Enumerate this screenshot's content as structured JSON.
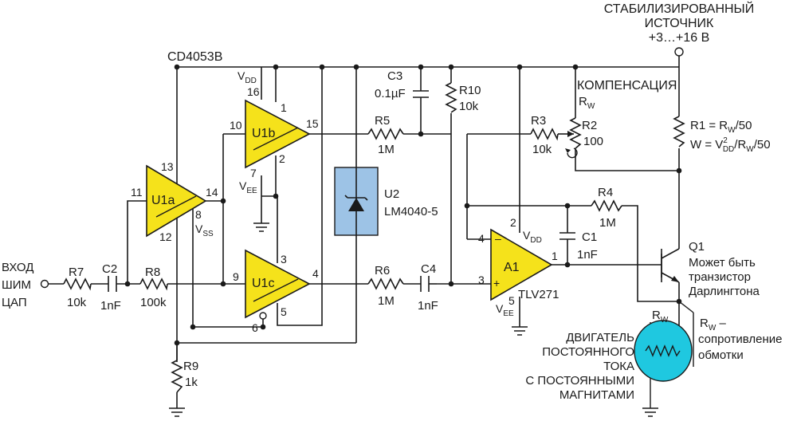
{
  "source": {
    "title_line1": "СТАБИЛИЗИРОВАННЫЙ",
    "title_line2": "ИСТОЧНИК",
    "voltage": "+3…+16 В"
  },
  "chip": "CD4053B",
  "input": {
    "line1": "ВХОД",
    "line2": "ШИМ",
    "line3": "ЦАП"
  },
  "components": {
    "R7": {
      "name": "R7",
      "value": "10k"
    },
    "C2": {
      "name": "C2",
      "value": "1nF"
    },
    "R8": {
      "name": "R8",
      "value": "100k"
    },
    "R9": {
      "name": "R9",
      "value": "1k"
    },
    "R5": {
      "name": "R5",
      "value": "1M"
    },
    "R6": {
      "name": "R6",
      "value": "1M"
    },
    "C3": {
      "name": "C3",
      "value": "0.1µF"
    },
    "R10": {
      "name": "R10",
      "value": "10k"
    },
    "C4": {
      "name": "C4",
      "value": "1nF"
    },
    "R3": {
      "name": "R3",
      "value": "10k"
    },
    "R2": {
      "name": "R2",
      "value": "100"
    },
    "R4": {
      "name": "R4",
      "value": "1M"
    },
    "C1": {
      "name": "C1",
      "value": "1nF"
    },
    "U2": {
      "name": "U2",
      "value": "LM4040-5"
    },
    "A1": {
      "name": "A1",
      "value": "TLV271"
    }
  },
  "gates": {
    "u1a": "U1a",
    "u1b": "U1b",
    "u1c": "U1c"
  },
  "pins": {
    "p13": "13",
    "p11": "11",
    "p14": "14",
    "p8": "8",
    "p12": "12",
    "p16": "16",
    "p1": "1",
    "p10": "10",
    "p15": "15",
    "p7": "7",
    "p2": "2",
    "p3": "3",
    "p9": "9",
    "p4": "4",
    "p5": "5",
    "p6": "6",
    "a4": "4",
    "a2": "2",
    "a1": "1",
    "a3": "3",
    "a5": "5"
  },
  "supply_labels": {
    "vdd": "V",
    "vdd_sub": "DD",
    "vee": "V",
    "vee_sub": "EE",
    "vss": "V",
    "vss_sub": "SS"
  },
  "compensation": {
    "title": "КОМПЕНСАЦИЯ",
    "rw": "R",
    "rw_sub": "W"
  },
  "formulas": {
    "r1_prefix": "R1 = R",
    "r1_sub": "W",
    "r1_suffix": "/50",
    "w_prefix": "W = V",
    "w_sup": "2",
    "w_sub": "DD",
    "w_mid": "/R",
    "w_sub2": "W",
    "w_suffix": "/50"
  },
  "q1": {
    "name": "Q1",
    "line1": "Может быть",
    "line2": "транзистор",
    "line3": "Дарлингтона"
  },
  "motor": {
    "label": "R",
    "label_sub": "W",
    "line1": "ДВИГАТЕЛЬ",
    "line2": "ПОСТОЯННОГО",
    "line3": "ТОКА",
    "line4": "С ПОСТОЯННЫМИ",
    "line5": "МАГНИТАМИ"
  },
  "rw_note": {
    "prefix": "R",
    "sub": "W",
    "suffix": " –",
    "line2": "сопротивление",
    "line3": "обмотки"
  },
  "colors": {
    "opamp_fill": "#f5e21b",
    "zener_fill": "#9dc3e6",
    "motor_fill": "#1fc8e0"
  }
}
